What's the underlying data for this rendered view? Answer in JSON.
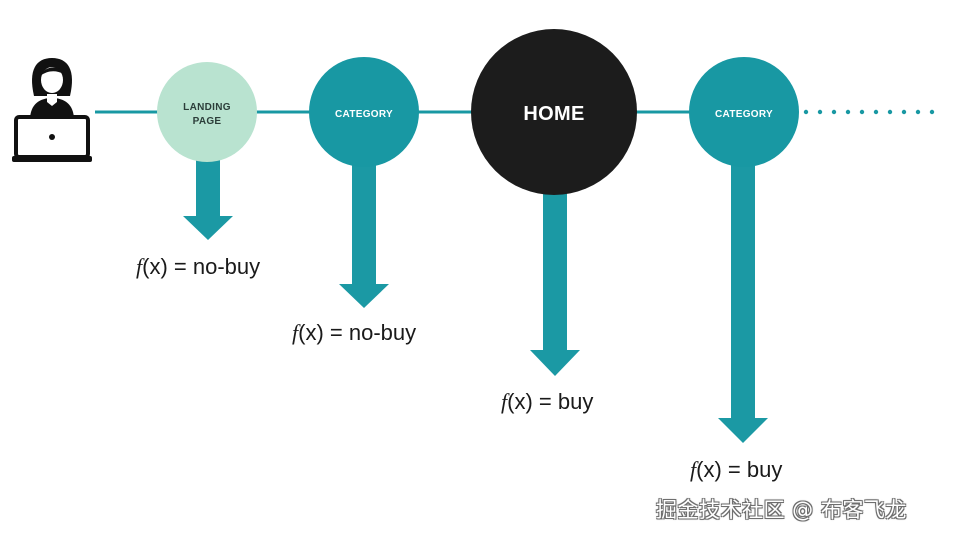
{
  "diagram": {
    "colors": {
      "teal": "#1898a3",
      "light_teal": "#b9e3d0",
      "home": "#1c1c1c",
      "arrow": "#1b99a4",
      "person": "#111111",
      "dotted": "#1898a3"
    },
    "user": {
      "icon": "person-with-laptop-icon"
    },
    "nodes": [
      {
        "id": "landing",
        "label_lines": [
          "LANDING",
          "PAGE"
        ],
        "style": "light"
      },
      {
        "id": "category-1",
        "label_lines": [
          "CATEGORY"
        ],
        "style": "teal"
      },
      {
        "id": "home",
        "label_lines": [
          "HOME"
        ],
        "style": "dark"
      },
      {
        "id": "category-2",
        "label_lines": [
          "CATEGORY"
        ],
        "style": "teal"
      }
    ],
    "formulas": [
      {
        "fn": "f",
        "rest": "(x) = no-buy"
      },
      {
        "fn": "f",
        "rest": "(x) = no-buy"
      },
      {
        "fn": "f",
        "rest": "(x) = buy"
      },
      {
        "fn": "f",
        "rest": "(x) = buy"
      }
    ],
    "continuation": "dotted-line"
  },
  "watermark": "掘金技术社区 @ 布客飞龙"
}
